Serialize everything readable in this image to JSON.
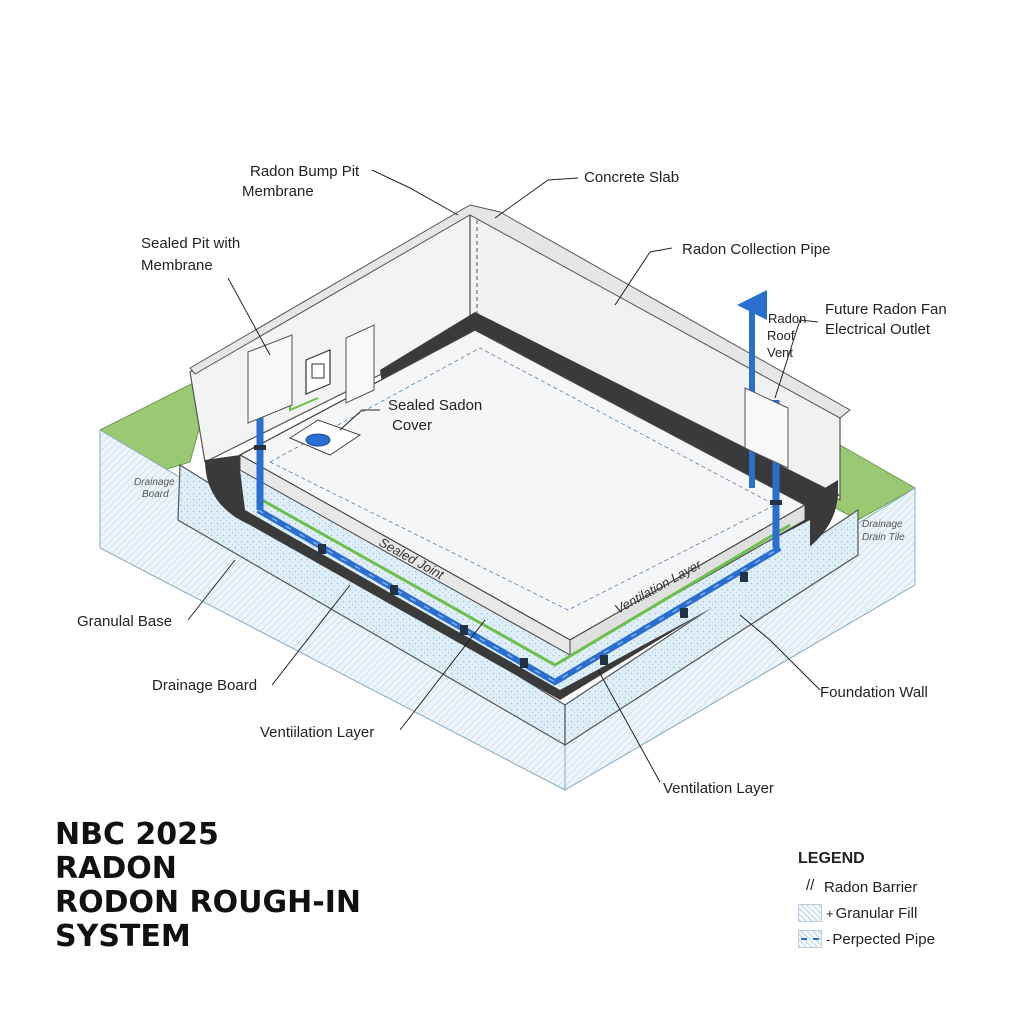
{
  "title": {
    "line1": "NBC 2025",
    "line2": "RADON",
    "line3": "RODON ROUGH-IN",
    "line4": "SYSTEM"
  },
  "labels": {
    "radon_bump_pit_1": "Radon Bump Pit",
    "radon_bump_pit_2": "Membrane",
    "concrete_slab": "Concrete Slab",
    "sealed_pit_1": "Sealed Pit with",
    "sealed_pit_2": "Membrane",
    "radon_collection_pipe": "Radon Collection Pipe",
    "radon_roof_vent_1": "Radon",
    "radon_roof_vent_2": "Roof",
    "radon_roof_vent_3": "Vent",
    "future_fan_1": "Future Radon Fan",
    "future_fan_2": "Electrical Outlet",
    "sealed_cover_1": "Sealed Sadon",
    "sealed_cover_2": "Cover",
    "drainage_board_side_1": "Drainage",
    "drainage_board_side_2": "Board",
    "drain_tile_side_1": "Drainage",
    "drain_tile_side_2": "Drain Tile",
    "sealed_joint": "Sealed Joint",
    "ventilation_layer_slab": "Ventilation Layer",
    "granular_base": "Granulal Base",
    "drainage_board": "Drainage Board",
    "ventilation_layer_left": "Ventiilation Layer",
    "ventilation_layer_bottom": "Ventilation Layer",
    "foundation_wall": "Foundation Wall"
  },
  "legend": {
    "title": "LEGEND",
    "items": [
      {
        "mark": "",
        "label": "Radon Barrier",
        "pattern": "barrier"
      },
      {
        "mark": "+",
        "label": "Granular Fill",
        "pattern": "fill"
      },
      {
        "mark": "-",
        "label": "Perpected Pipe",
        "pattern": "pipe"
      }
    ]
  },
  "colors": {
    "pipe": "#2a6fd0",
    "membrane": "#3a3a3a",
    "grass": "#9bc873",
    "granular": "#cfe2ef",
    "green_line": "#6cc04a"
  }
}
